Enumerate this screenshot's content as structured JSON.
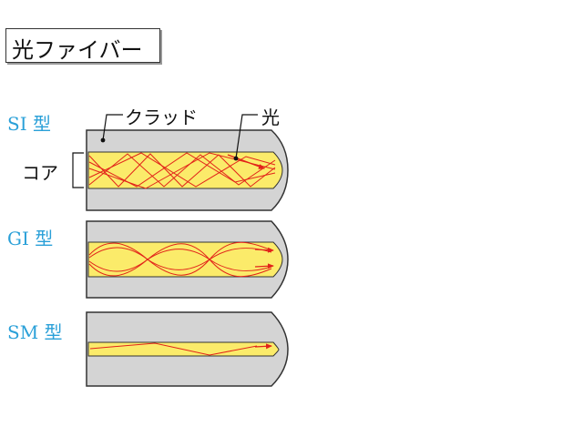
{
  "title": "光ファイバー",
  "labels": {
    "cladding": "クラッド",
    "light": "光",
    "core": "コア"
  },
  "fibers": [
    {
      "type_label": "SI 型",
      "mode": "step-index"
    },
    {
      "type_label": "GI 型",
      "mode": "graded-index"
    },
    {
      "type_label": "SM 型",
      "mode": "single-mode"
    }
  ],
  "colors": {
    "type_label": "#2aa0d8",
    "cladding": "#d4d4d4",
    "core": "#fbeb6a",
    "ray": "#e2231a",
    "outline": "#333333"
  }
}
